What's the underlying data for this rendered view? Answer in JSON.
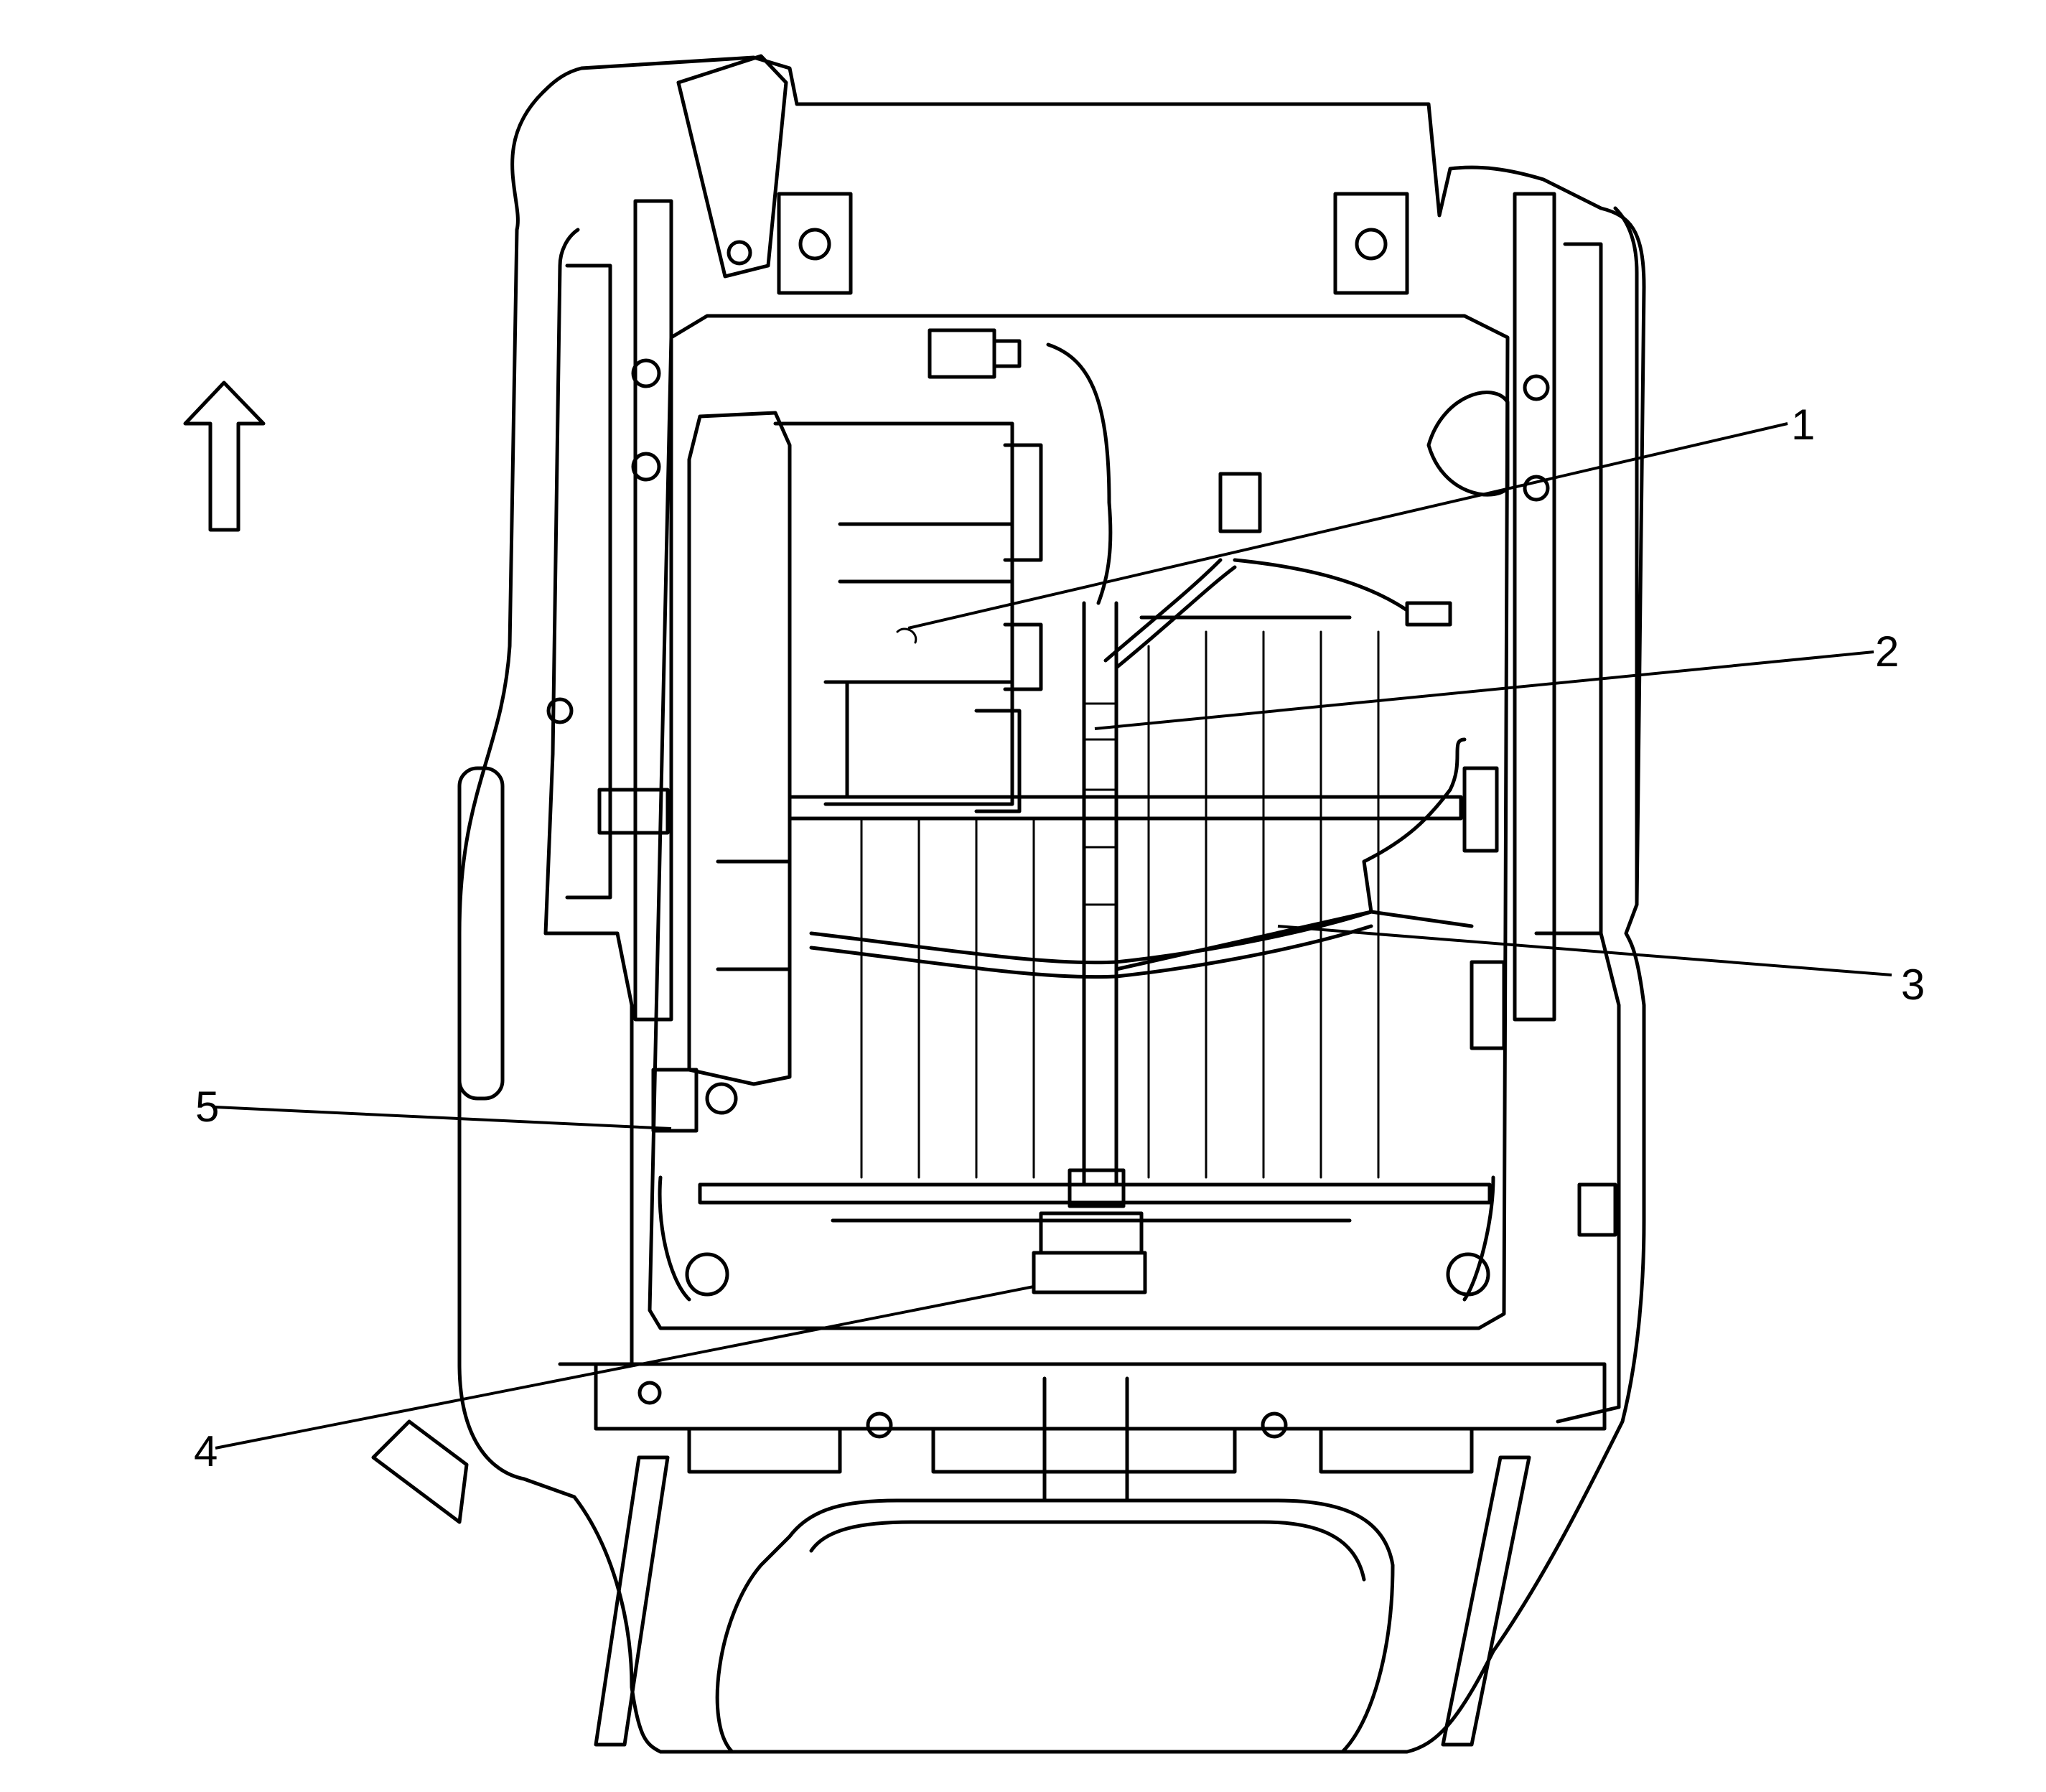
{
  "callouts": [
    {
      "id": "1",
      "label": "1"
    },
    {
      "id": "2",
      "label": "2"
    },
    {
      "id": "3",
      "label": "3"
    },
    {
      "id": "4",
      "label": "4"
    },
    {
      "id": "5",
      "label": "5"
    }
  ],
  "icons": {
    "direction_arrow": "up-arrow-icon"
  },
  "colors": {
    "line": "#000000",
    "background": "#ffffff"
  }
}
